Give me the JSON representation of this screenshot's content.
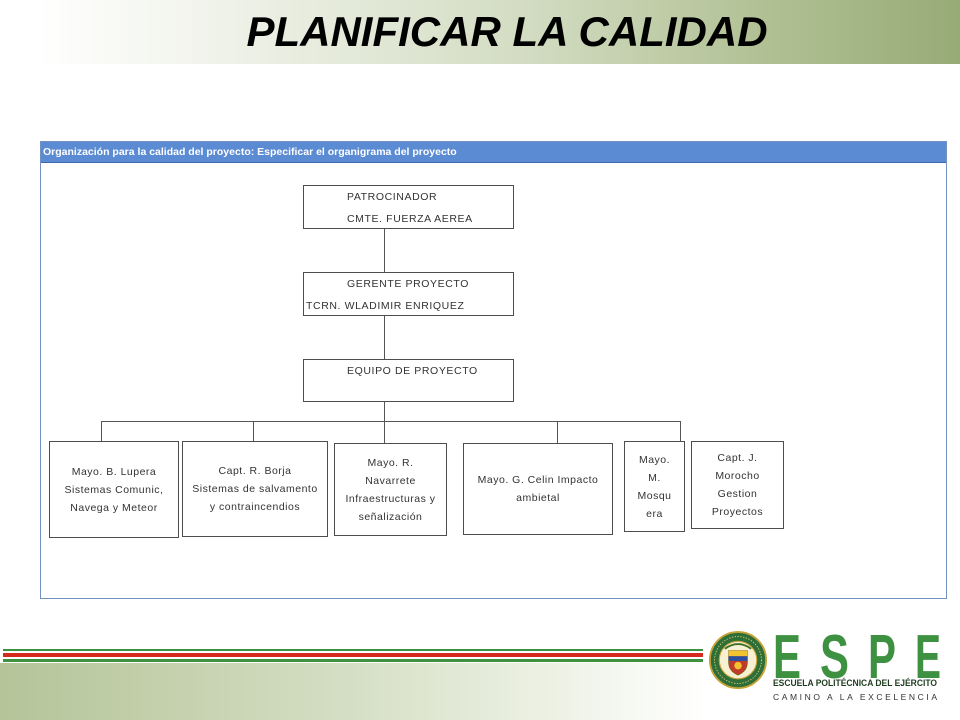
{
  "slide": {
    "title": "PLANIFICAR LA CALIDAD"
  },
  "panel": {
    "header": "Organización para la calidad del proyecto: Especificar el organigrama del proyecto"
  },
  "org": {
    "sponsor": {
      "lines": [
        "PATROCINADOR",
        "CMTE. FUERZA AEREA"
      ]
    },
    "manager": {
      "lines": [
        "GERENTE PROYECTO",
        "TCRN. WLADIMIR ENRIQUEZ"
      ]
    },
    "team": {
      "lines": [
        "EQUIPO DE PROYECTO"
      ]
    },
    "members": [
      {
        "lines": [
          "Mayo. B. Lupera",
          "Sistemas Comunic,",
          "Navega y Meteor"
        ]
      },
      {
        "lines": [
          "Capt. R. Borja",
          "Sistemas de salvamento",
          "y contraincendios"
        ]
      },
      {
        "lines": [
          "Mayo. R.",
          "Navarrete",
          "Infraestructuras y",
          "señalización"
        ]
      },
      {
        "lines": [
          "Mayo. G. Celin Impacto",
          "ambietal"
        ]
      },
      {
        "lines": [
          "Mayo.",
          "M.",
          "Mosqu",
          "era"
        ]
      },
      {
        "lines": [
          "Capt. J.",
          "Morocho",
          "Gestion",
          "Proyectos"
        ]
      }
    ]
  },
  "logo": {
    "letters": [
      "E",
      "S",
      "P",
      "E"
    ],
    "name": "ESCUELA POLITÉCNICA DEL EJÉRCITO",
    "motto": "CAMINO A LA EXCELENCIA",
    "seal_icon": "espe-seal"
  },
  "colors": {
    "header_blue": "#5b8bd3",
    "brand_green": "#3f9142",
    "stripe_red": "#d42b1e",
    "title_bar_green": "#97ab77"
  }
}
